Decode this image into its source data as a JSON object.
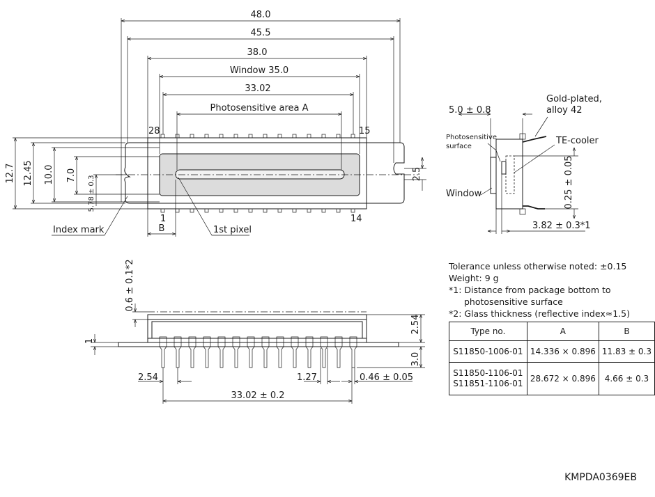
{
  "top_view": {
    "dim_overall": "48.0",
    "dim_flange": "45.5",
    "dim_body": "38.0",
    "dim_window": "Window 35.0",
    "dim_pins": "33.02",
    "dim_photo_area": "Photosensitive area A",
    "pin_28": "28",
    "pin_15": "15",
    "pin_1": "1",
    "pin_14": "14",
    "dim_b": "B",
    "index_mark": "Index mark",
    "first_pixel": "1st pixel",
    "dim_12_7": "12.7",
    "dim_12_45": "12.45",
    "dim_10_0": "10.0",
    "dim_7_0": "7.0",
    "dim_5_78": "5.78 ± 0.3",
    "dim_2_5": "2.5"
  },
  "side_view": {
    "dim_5_0": "5.0 ± 0.8",
    "gold_plated_1": "Gold-plated,",
    "gold_plated_2": "alloy 42",
    "photosensitive_1": "Photosensitive",
    "photosensitive_2": "surface",
    "te_cooler": "TE-cooler",
    "window": "Window",
    "dim_0_25": "0.25 ± 0.05",
    "dim_3_82": "3.82 ± 0.3*1"
  },
  "front_view": {
    "dim_0_6": "0.6 ± 0.1*2",
    "dim_2_54_v": "2.54",
    "dim_1": "1",
    "dim_3_0": "3.0",
    "dim_2_54_h": "2.54",
    "dim_1_27": "1.27",
    "dim_0_46": "0.46 ± 0.05",
    "dim_33_02": "33.02 ± 0.2"
  },
  "notes": {
    "tolerance": "Tolerance unless otherwise noted: ±0.15",
    "weight": "Weight: 9 g",
    "note1_a": "*1: Distance from package bottom to",
    "note1_b": "photosensitive surface",
    "note2": "*2: Glass thickness (reflective index≈1.5)"
  },
  "type_table": {
    "headers": [
      "Type no.",
      "A",
      "B"
    ],
    "row1": [
      "S11850-1006-01",
      "14.336 × 0.896",
      "11.83 ± 0.3"
    ],
    "row2_type_a": "S11850-1106-01",
    "row2_type_b": "S11851-1106-01",
    "row2": [
      "28.672 × 0.896",
      "4.66 ± 0.3"
    ]
  },
  "drawing_code": "KMPDA0369EB"
}
